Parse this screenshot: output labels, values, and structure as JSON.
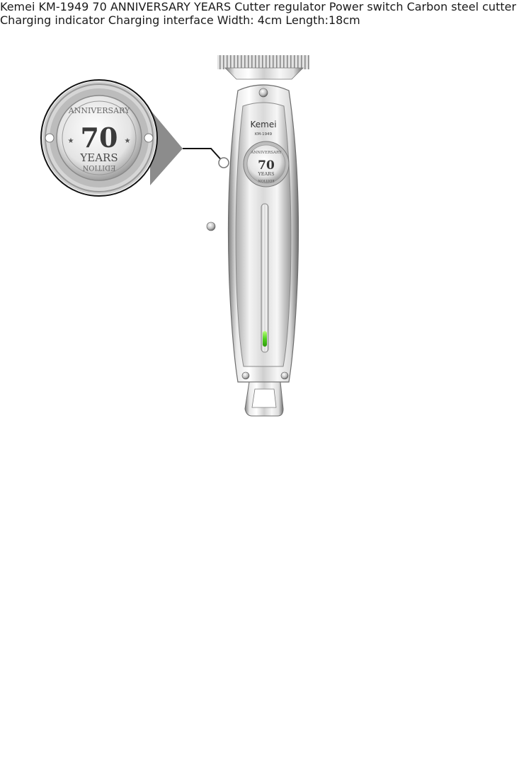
{
  "brand": {
    "name": "Kemei",
    "model": "KM-1949"
  },
  "emblem": {
    "top": "ANNIVERSARY",
    "number": "70",
    "middle": "YEARS",
    "bottom": "EDITION"
  },
  "callouts": {
    "cutter_regulator": "Cutter regulator",
    "power_switch": "Power switch",
    "carbon_steel_cutter_line1": "Carbon steel",
    "carbon_steel_cutter_line2": "cutter",
    "charging_indicator": "Charging indicator",
    "charging_interface": "Charging interface"
  },
  "dimensions": {
    "width_line1": "Width:",
    "width_line2": "4cm",
    "length": "Length:18cm"
  },
  "colors": {
    "indicator_green": "#4fd11f",
    "chrome_light": "#f2f2f2",
    "chrome_dark": "#8a8a8a",
    "callout_gray": "#8c8c8c",
    "arrow_light": "#d8d8d8",
    "arrow_dark": "#111111"
  },
  "icons": [
    "chevron-down-icon"
  ]
}
